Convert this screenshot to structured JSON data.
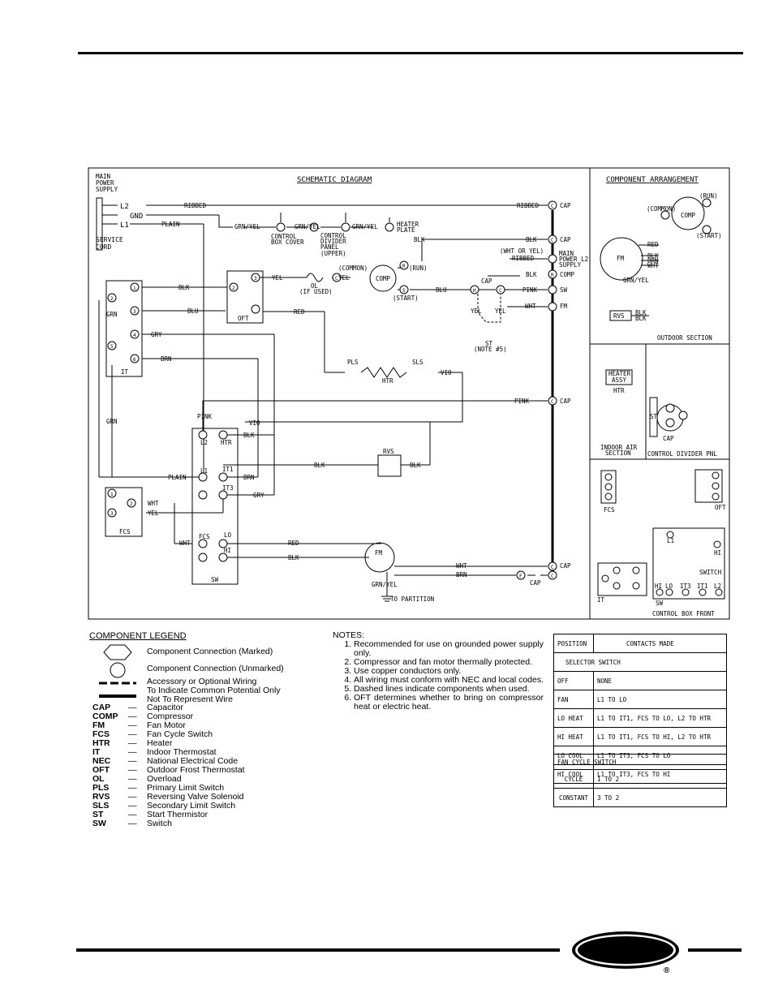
{
  "schematic": {
    "title": "SCHEMATIC DIAGRAM",
    "main_power_supply": [
      "MAIN",
      "POWER",
      "SUPPLY"
    ],
    "service_cord": [
      "SERVICE",
      "CORD"
    ],
    "l2": "L2",
    "gnd": "GND",
    "l1": "L1",
    "wires": {
      "ribbed": "RIBBED",
      "plain": "PLAIN",
      "grn_yel": "GRN/YEL",
      "blk": "BLK",
      "blu": "BLU",
      "yel": "YEL",
      "red": "RED",
      "gry": "GRY",
      "brn": "BRN",
      "grn": "GRN",
      "pink": "PINK",
      "vio": "VIO",
      "wht": "WHT",
      "wht_or_yel": "(WHT OR YEL)"
    },
    "labels": {
      "cap": "CAP",
      "comp": "COMP",
      "sw": "SW",
      "fm": "FM",
      "it": "IT",
      "oft": "OFT",
      "fcs": "FCS",
      "ol": "OL",
      "ol_if_used": "(IF USED)",
      "common": "(COMMON)",
      "run": "(RUN)",
      "start": "(START)",
      "st": "ST",
      "note5": "(NOTE #5)",
      "pls": "PLS",
      "sls": "SLS",
      "htr": "HTR",
      "rvs": "RVS",
      "l1": "L1",
      "l2": "L2",
      "it1": "IT1",
      "it3": "IT3",
      "fcs_sw": "FCS",
      "lo": "LO",
      "hi": "HI",
      "control_box_cover": [
        "CONTROL",
        "BOX COVER"
      ],
      "control_divider_panel": [
        "CONTROL",
        "DIVIDER",
        "PANEL",
        "(UPPER)"
      ],
      "heater_plate": [
        "HEATER",
        "PLATE"
      ],
      "main_power_l2": [
        "MAIN",
        "POWER  L2",
        "SUPPLY"
      ],
      "to_partition": "TO PARTITION",
      "term_c": "C",
      "term_r": "R",
      "term_s": "S",
      "term_h": "H",
      "term_f": "F",
      "n1": "1",
      "n2": "2",
      "n3": "3",
      "n4": "4",
      "n5": "5",
      "n6": "6"
    }
  },
  "arrangement": {
    "title": "COMPONENT ARRANGEMENT",
    "outdoor_section": "OUTDOOR SECTION",
    "indoor_air_section": [
      "INDOOR AIR",
      "SECTION"
    ],
    "control_divider_pnl": "CONTROL DIVIDER PNL",
    "control_box_front": "CONTROL BOX FRONT",
    "heater_assy": [
      "HEATER",
      "ASSY"
    ],
    "switch": "SWITCH",
    "hi": "HI",
    "lo": "LO",
    "red": "RED",
    "blk": "BLK",
    "brn": "BRN",
    "wht": "WHT",
    "grn_yel": "GRN/YEL",
    "common": "(COMMON)",
    "run": "(RUN)",
    "start": "(START)"
  },
  "legend": {
    "title": "COMPONENT LEGEND",
    "symbols": [
      "Component Connection (Marked)",
      "Component Connection (Unmarked)",
      "Accessory or Optional Wiring",
      "To Indicate Common Potential Only",
      "Not To Represent Wire"
    ],
    "dash": "—",
    "items": [
      {
        "abbr": "CAP",
        "def": "Capacitor"
      },
      {
        "abbr": "COMP",
        "def": "Compressor"
      },
      {
        "abbr": "FM",
        "def": "Fan Motor"
      },
      {
        "abbr": "FCS",
        "def": "Fan Cycle Switch"
      },
      {
        "abbr": "HTR",
        "def": "Heater"
      },
      {
        "abbr": "IT",
        "def": "Indoor Thermostat"
      },
      {
        "abbr": "NEC",
        "def": "National Electrical Code"
      },
      {
        "abbr": "OFT",
        "def": "Outdoor Frost Thermostat"
      },
      {
        "abbr": "OL",
        "def": "Overload"
      },
      {
        "abbr": "PLS",
        "def": "Primary Limit Switch"
      },
      {
        "abbr": "RVS",
        "def": "Reversing Valve Solenoid"
      },
      {
        "abbr": "SLS",
        "def": "Secondary Limit Switch"
      },
      {
        "abbr": "ST",
        "def": "Start Thermistor"
      },
      {
        "abbr": "SW",
        "def": "Switch"
      }
    ]
  },
  "notes": {
    "title": "NOTES:",
    "items": [
      "Recommended for use on grounded power supply only.",
      "Compressor and fan motor thermally protected.",
      "Use copper conductors only.",
      "All wiring must conform with NEC and local codes.",
      "Dashed lines indicate components when used.",
      "OFT determines whether to bring on compressor heat or electric heat."
    ]
  },
  "switch_table": {
    "position_header": "POSITION",
    "contacts_header": "CONTACTS MADE",
    "selector_title": "SELECTOR SWITCH",
    "selector_rows": [
      {
        "position": "OFF",
        "contacts": "NONE"
      },
      {
        "position": "FAN",
        "contacts": "L1 TO LO"
      },
      {
        "position": "LO HEAT",
        "contacts": "L1 TO IT1, FCS TO LO, L2 TO HTR"
      },
      {
        "position": "HI HEAT",
        "contacts": "L1 TO IT1, FCS TO HI, L2 TO HTR"
      },
      {
        "position": "LO COOL",
        "contacts": "L1 TO IT3, FCS TO LO"
      },
      {
        "position": "HI COOL",
        "contacts": "L1 TO IT3, FCS TO HI"
      }
    ],
    "fan_title": "FAN CYCLE SWITCH",
    "fan_rows": [
      {
        "position": "CYCLE",
        "contacts": "1 TO 2"
      },
      {
        "position": "CONSTANT",
        "contacts": "3 TO 2"
      }
    ]
  },
  "brand": {
    "logo": "Carrier",
    "registered": "®"
  }
}
